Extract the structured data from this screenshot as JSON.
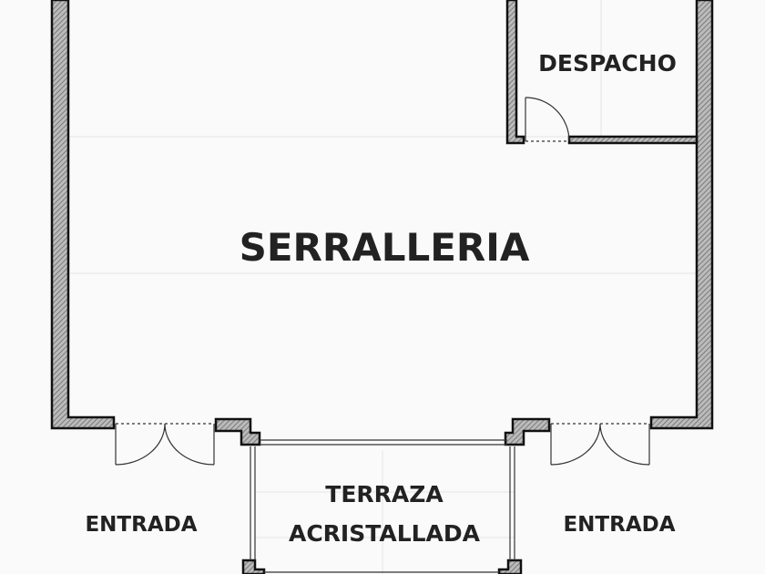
{
  "rooms": {
    "main": "SERRALLERIA",
    "office": "DESPACHO",
    "terrace_line1": "TERRAZA",
    "terrace_line2": "ACRISTALLADA",
    "entrance_left": "ENTRADA",
    "entrance_right": "ENTRADA"
  },
  "colors": {
    "wall": "#111111",
    "background": "#fafafa",
    "text": "#222222"
  }
}
